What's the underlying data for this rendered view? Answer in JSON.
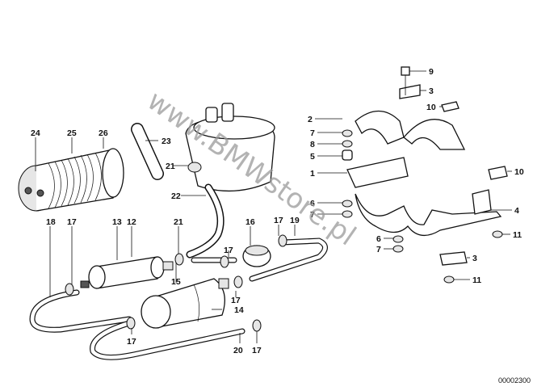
{
  "watermark": "www.BMWstore.pl",
  "document_number": "00002300",
  "callouts": [
    {
      "id": "c24",
      "label": "24"
    },
    {
      "id": "c25",
      "label": "25"
    },
    {
      "id": "c26",
      "label": "26"
    },
    {
      "id": "c23",
      "label": "23"
    },
    {
      "id": "c21a",
      "label": "21"
    },
    {
      "id": "c22",
      "label": "22"
    },
    {
      "id": "c18",
      "label": "18"
    },
    {
      "id": "c17a",
      "label": "17"
    },
    {
      "id": "c13",
      "label": "13"
    },
    {
      "id": "c12",
      "label": "12"
    },
    {
      "id": "c21b",
      "label": "21"
    },
    {
      "id": "c16",
      "label": "16"
    },
    {
      "id": "c17b",
      "label": "17"
    },
    {
      "id": "c19",
      "label": "19"
    },
    {
      "id": "c17c",
      "label": "17"
    },
    {
      "id": "c15",
      "label": "15"
    },
    {
      "id": "c17d",
      "label": "17"
    },
    {
      "id": "c14",
      "label": "14"
    },
    {
      "id": "c17e",
      "label": "17"
    },
    {
      "id": "c20",
      "label": "20"
    },
    {
      "id": "c17f",
      "label": "17"
    },
    {
      "id": "c9",
      "label": "9"
    },
    {
      "id": "c3a",
      "label": "3"
    },
    {
      "id": "c10a",
      "label": "10"
    },
    {
      "id": "c2",
      "label": "2"
    },
    {
      "id": "c7a",
      "label": "7"
    },
    {
      "id": "c8",
      "label": "8"
    },
    {
      "id": "c5",
      "label": "5"
    },
    {
      "id": "c1",
      "label": "1"
    },
    {
      "id": "c6a",
      "label": "6"
    },
    {
      "id": "c7b",
      "label": "7"
    },
    {
      "id": "c10b",
      "label": "10"
    },
    {
      "id": "c4",
      "label": "4"
    },
    {
      "id": "c11a",
      "label": "11"
    },
    {
      "id": "c6b",
      "label": "6"
    },
    {
      "id": "c7c",
      "label": "7"
    },
    {
      "id": "c3b",
      "label": "3"
    },
    {
      "id": "c11b",
      "label": "11"
    }
  ]
}
